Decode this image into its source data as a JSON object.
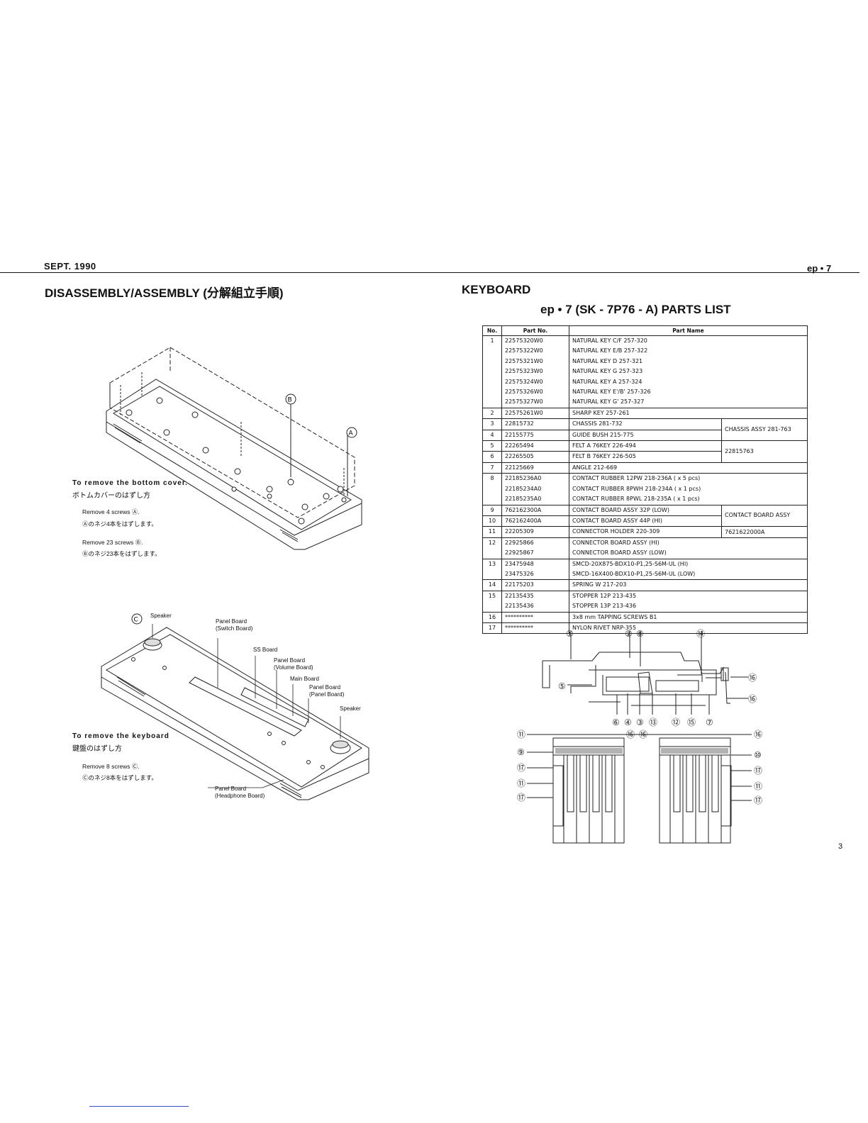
{
  "header": {
    "left": "SEPT. 1990",
    "right": "ep • 7"
  },
  "left": {
    "title": "DISASSEMBLY/ASSEMBLY (分解組立手順)",
    "bottom_cover": {
      "heading": "To remove the bottom cover.",
      "heading_jp": "ボトムカバーのはずし方",
      "step_a": "Remove 4 screws Ⓐ.",
      "step_a_jp": "Ⓐのネジ4本をはずします。",
      "step_b": "Remove 23 screws Ⓑ.",
      "step_b_jp": "Ⓑのネジ23本をはずします。"
    },
    "keyboard": {
      "heading": "To remove the keyboard",
      "heading_jp": "鍵盤のはずし方",
      "step_c": "Remove 8 screws Ⓒ.",
      "step_c_jp": "Ⓒのネジ8本をはずします。"
    },
    "diagram1_markers": {
      "b": "Ⓑ",
      "a": "Ⓐ"
    },
    "diagram2_labels": {
      "c": "Ⓒ",
      "speaker_top": "Speaker",
      "panel_switch": [
        "Panel Board",
        "(Switch Board)"
      ],
      "ss_board": "SS Board",
      "panel_volume": [
        "Panel Board",
        "(Volume Board)"
      ],
      "main_board": "Main Board",
      "panel_panel": [
        "Panel Board",
        "(Panel Board)"
      ],
      "speaker_right": "Speaker",
      "panel_headphone": [
        "Panel Board",
        "(Headphone Board)"
      ]
    }
  },
  "right": {
    "title": "KEYBOARD",
    "subtitle": "ep • 7 (SK - 7P76 - A) PARTS LIST",
    "table_headers": {
      "no": "No.",
      "part_no": "Part No.",
      "part_name": "Part Name"
    },
    "rows": [
      {
        "no": "1",
        "pn": "22575320W0",
        "name": "NATURAL KEY C/F   257-320"
      },
      {
        "no": "",
        "pn": "22575322W0",
        "name": "NATURAL KEY E/B   257-322"
      },
      {
        "no": "",
        "pn": "22575321W0",
        "name": "NATURAL KEY D      257-321"
      },
      {
        "no": "",
        "pn": "22575323W0",
        "name": "NATURAL KEY G      257-323"
      },
      {
        "no": "",
        "pn": "22575324W0",
        "name": "NATURAL KEY A      257-324"
      },
      {
        "no": "",
        "pn": "22575326W0",
        "name": "NATURAL KEY E'/B'  257-326"
      },
      {
        "no": "",
        "pn": "22575327W0",
        "name": "NATURAL KEY G'     257-327"
      },
      {
        "no": "2",
        "pn": "22575261W0",
        "name": "SHARP KEY        257-261"
      },
      {
        "no": "3",
        "pn": "22815732",
        "name": "CHASSIS             281-732"
      },
      {
        "no": "4",
        "pn": "22155775",
        "name": "GUIDE BUSH        215-775"
      },
      {
        "no": "5",
        "pn": "22265494",
        "name": "FELT A 76KEY   226-494"
      },
      {
        "no": "6",
        "pn": "22265505",
        "name": "FELT B 76KEY   226-505"
      },
      {
        "no": "7",
        "pn": "22125669",
        "name": "ANGLE              212-669"
      },
      {
        "no": "8",
        "pn": "22185236A0",
        "name": "CONTACT RUBBER 12PW 218-236A  ( x 5 pcs)"
      },
      {
        "no": "",
        "pn": "22185234A0",
        "name": "CONTACT RUBBER 8PWH 218-234A  ( x 1 pcs)"
      },
      {
        "no": "",
        "pn": "22185235A0",
        "name": "CONTACT RUBBER 8PWL 218-235A  ( x 1 pcs)"
      },
      {
        "no": "9",
        "pn": "762162300A",
        "name": "CONTACT BOARD ASSY 32P  (LOW)"
      },
      {
        "no": "10",
        "pn": "762162400A",
        "name": "CONTACT BOARD ASSY 44P  (HI)"
      },
      {
        "no": "11",
        "pn": "22205309",
        "name": "CONNECTOR HOLDER 220-309"
      },
      {
        "no": "12",
        "pn": "22925866",
        "name": "CONNECTOR BOARD ASSY   (HI)"
      },
      {
        "no": "",
        "pn": "22925867",
        "name": "CONNECTOR BOARD ASSY   (LOW)"
      },
      {
        "no": "13",
        "pn": "23475948",
        "name": "SMCD-20X875-BDX10-P1,25-S6M-UL (HI)"
      },
      {
        "no": "",
        "pn": "23475326",
        "name": "SMCD-16X400-BDX10-P1,25-S6M-UL (LOW)"
      },
      {
        "no": "14",
        "pn": "22175203",
        "name": "SPRING W           217-203"
      },
      {
        "no": "15",
        "pn": "22135435",
        "name": "STOPPER 12P     213-435"
      },
      {
        "no": "",
        "pn": "22135436",
        "name": "STOPPER 13P     213-436"
      },
      {
        "no": "16",
        "pn": "**********",
        "name": "3x8 mm TAPPING SCREWS B1"
      },
      {
        "no": "17",
        "pn": "**********",
        "name": "NYLON RIVET NRP-355"
      }
    ],
    "assy_groups": {
      "chassis_label": "CHASSIS ASSY 281-763",
      "chassis_pn": "22815763",
      "contact_label": "CONTACT BOARD ASSY",
      "contact_pn": "7621622000A"
    },
    "callouts": {
      "top": [
        "①",
        "②",
        "⑧",
        "⑭"
      ],
      "side": [
        "⑤",
        "⑯",
        "⑯"
      ],
      "bottom": [
        "⑥",
        "④",
        "③",
        "⑬",
        "⑫",
        "⑮",
        "⑦"
      ],
      "lower_left": [
        "⑪",
        "⑨",
        "⑰",
        "⑪",
        "⑰"
      ],
      "lower_mid": [
        "⑯",
        "⑯"
      ],
      "lower_right": [
        "⑯",
        "⑩",
        "⑰",
        "⑪",
        "⑰"
      ]
    }
  },
  "page_number": "3"
}
